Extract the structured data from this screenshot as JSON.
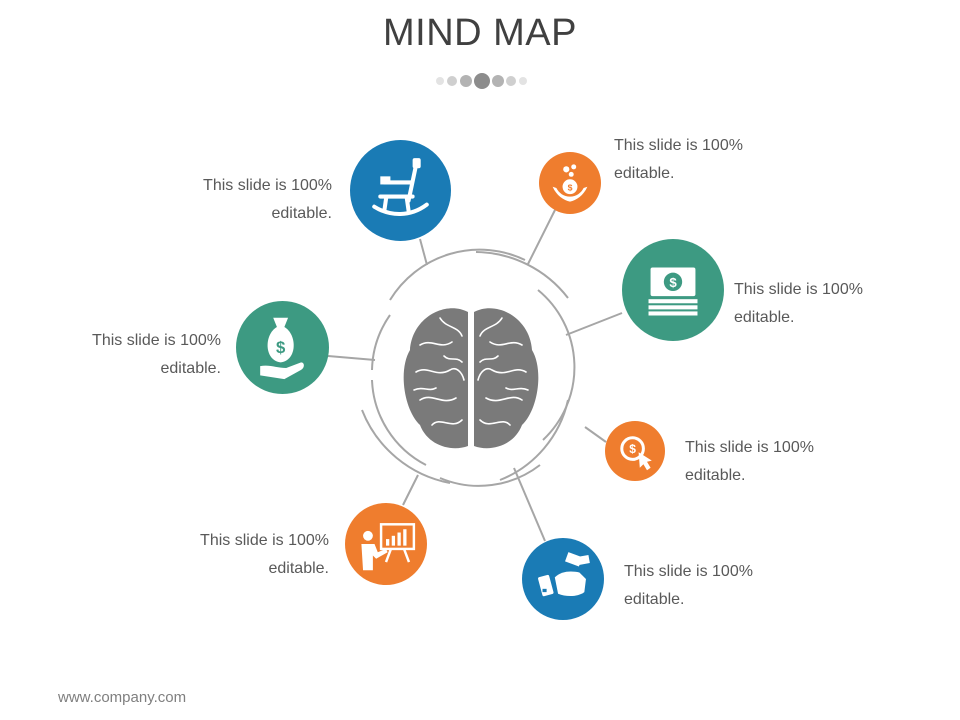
{
  "title": "MIND MAP",
  "footer": "www.company.com",
  "colors": {
    "blue": "#1a7bb5",
    "orange": "#ef7d2e",
    "teal": "#3d9a82",
    "brain": "#7a7a7a",
    "line": "#a6a6a6"
  },
  "nodes": [
    {
      "icon": "rocking-chair-icon",
      "color": "blue",
      "line1": "This slide is 100%",
      "line2": "editable."
    },
    {
      "icon": "money-hands-icon",
      "color": "orange",
      "line1": "This slide is 100%",
      "line2": "editable."
    },
    {
      "icon": "cash-stack-icon",
      "color": "teal",
      "line1": "This slide is 100%",
      "line2": "editable."
    },
    {
      "icon": "money-bag-hand-icon",
      "color": "teal",
      "line1": "This slide is 100%",
      "line2": "editable."
    },
    {
      "icon": "coin-click-icon",
      "color": "orange",
      "line1": "This slide is 100%",
      "line2": "editable."
    },
    {
      "icon": "presentation-icon",
      "color": "orange",
      "line1": "This slide is 100%",
      "line2": "editable."
    },
    {
      "icon": "cash-in-hand-icon",
      "color": "blue",
      "line1": "This slide is 100%",
      "line2": "editable."
    }
  ]
}
